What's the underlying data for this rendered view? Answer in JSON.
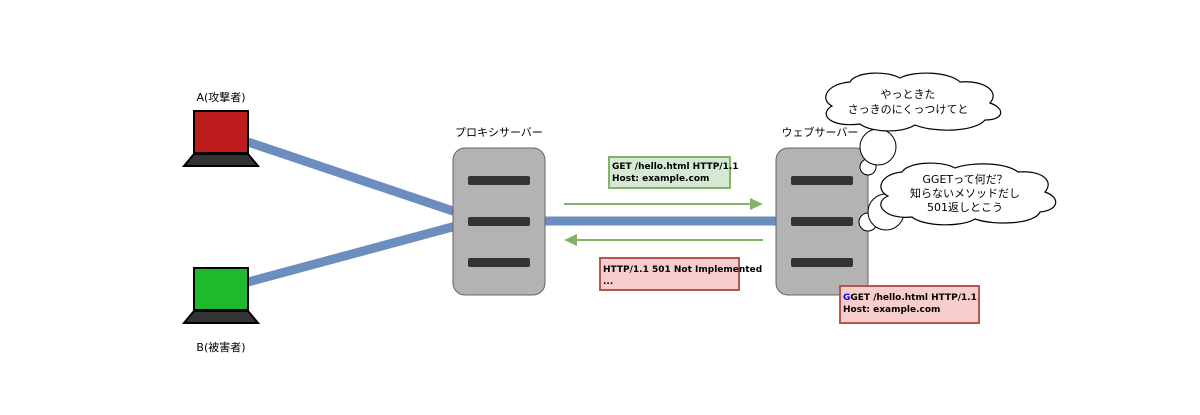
{
  "nodes": {
    "attacker": {
      "label": "A(攻撃者)",
      "color": "#bd1c1c"
    },
    "victim": {
      "label": "B(被害者)",
      "color": "#1cba2c"
    },
    "proxy": {
      "label": "プロキシサーバー"
    },
    "web": {
      "label": "ウェブサーバー"
    }
  },
  "messages": {
    "request": {
      "lines": [
        "GET /hello.html HTTP/1.1",
        "Host: example.com"
      ]
    },
    "response": {
      "lines": [
        "HTTP/1.1 501 Not Implemented",
        "..."
      ]
    },
    "received": {
      "prefix": "G",
      "line1_rest": "GET /hello.html HTTP/1.1",
      "line2": "Host: example.com"
    }
  },
  "thoughts": {
    "top": {
      "lines": [
        "やっときた",
        "さっきのにくっつけてと"
      ]
    },
    "bottom": {
      "lines": [
        "GGETって何だ？",
        "知らないメソッドだし",
        "501返しとこう"
      ]
    }
  },
  "colors": {
    "link": "#6c8ebf",
    "arrow": "#82b366",
    "green_box_fill": "#d5e8d4",
    "green_box_stroke": "#82b366",
    "red_box_fill": "#f8cecc",
    "red_box_stroke": "#b85450",
    "server_fill": "#b3b3b3",
    "server_stroke": "#666666",
    "slot": "#333333",
    "highlight": "#0000ff"
  }
}
